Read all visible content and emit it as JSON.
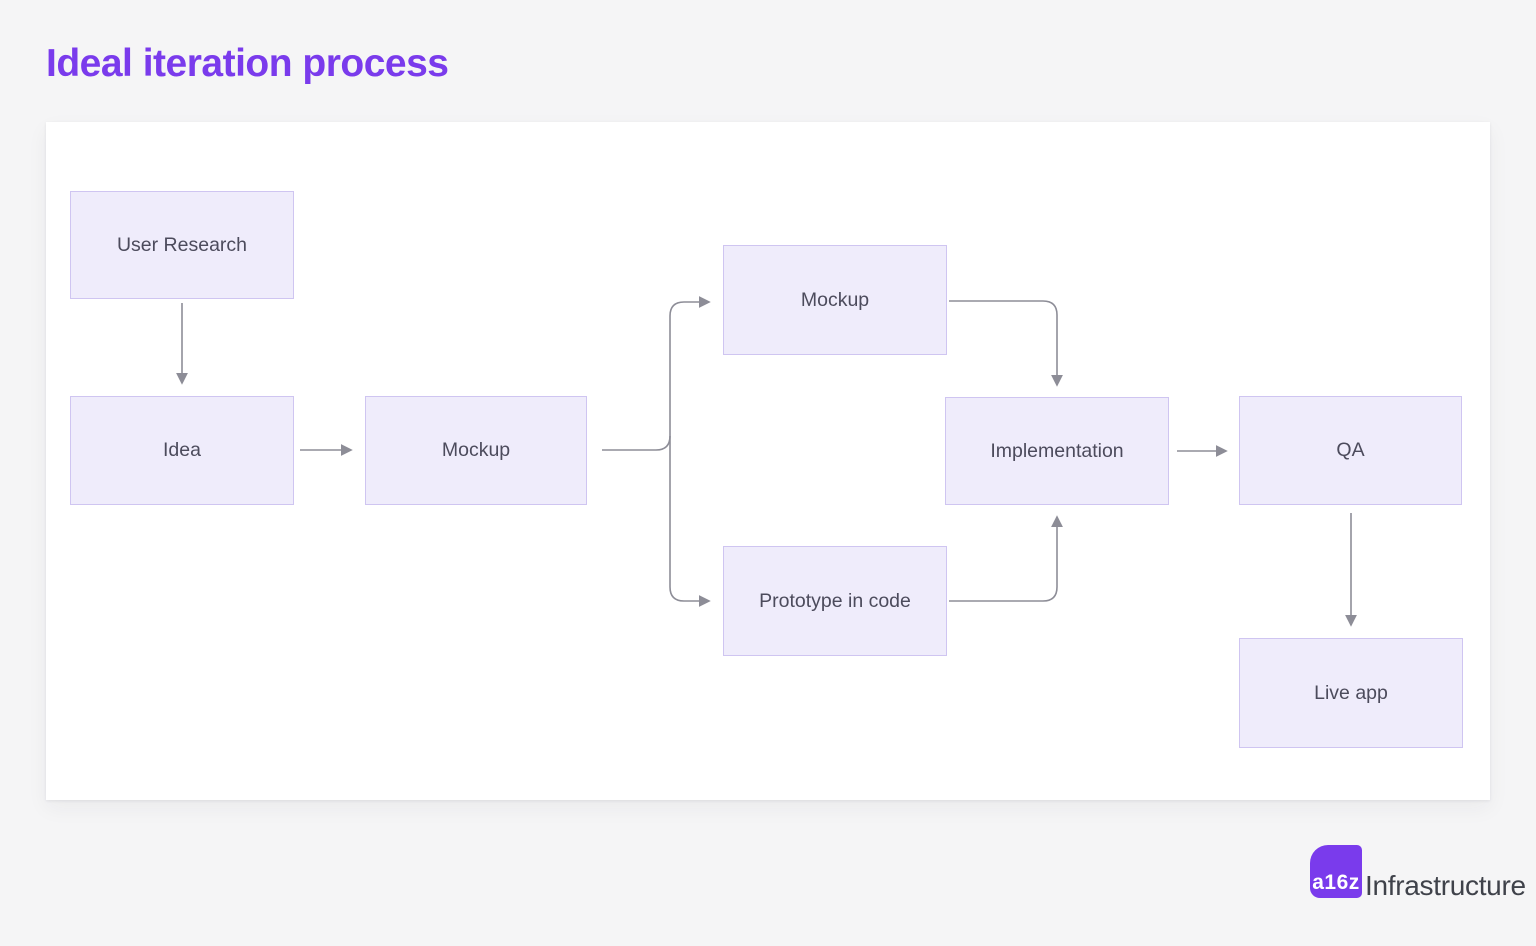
{
  "page": {
    "title": "Ideal iteration process"
  },
  "theme": {
    "page_background": "#F5F5F6",
    "canvas_background": "#FFFFFF",
    "title_color": "#7A3BEC",
    "node_fill": "#EFECFB",
    "node_border": "#CFC5F1",
    "node_text_color": "#4C4B5C",
    "arrow_color": "#8D8D97",
    "logo_purple": "#7A3BEC",
    "logo_label_color": "#3F424A"
  },
  "diagram": {
    "nodes": [
      {
        "id": "user-research",
        "label": "User Research"
      },
      {
        "id": "idea",
        "label": "Idea"
      },
      {
        "id": "mockup",
        "label": "Mockup"
      },
      {
        "id": "mockup-2",
        "label": "Mockup"
      },
      {
        "id": "prototype-in-code",
        "label": "Prototype in code"
      },
      {
        "id": "implementation",
        "label": "Implementation"
      },
      {
        "id": "qa",
        "label": "QA"
      },
      {
        "id": "live-app",
        "label": "Live app"
      }
    ],
    "edges": [
      {
        "from": "User Research",
        "to": "Idea"
      },
      {
        "from": "Idea",
        "to": "Mockup"
      },
      {
        "from": "Mockup",
        "to": "Mockup (branch)"
      },
      {
        "from": "Mockup",
        "to": "Prototype in code"
      },
      {
        "from": "Mockup (branch)",
        "to": "Implementation"
      },
      {
        "from": "Prototype in code",
        "to": "Implementation"
      },
      {
        "from": "Implementation",
        "to": "QA"
      },
      {
        "from": "QA",
        "to": "Live app"
      }
    ]
  },
  "footer": {
    "logo_mark": "a16z",
    "logo_label": "Infrastructure"
  }
}
